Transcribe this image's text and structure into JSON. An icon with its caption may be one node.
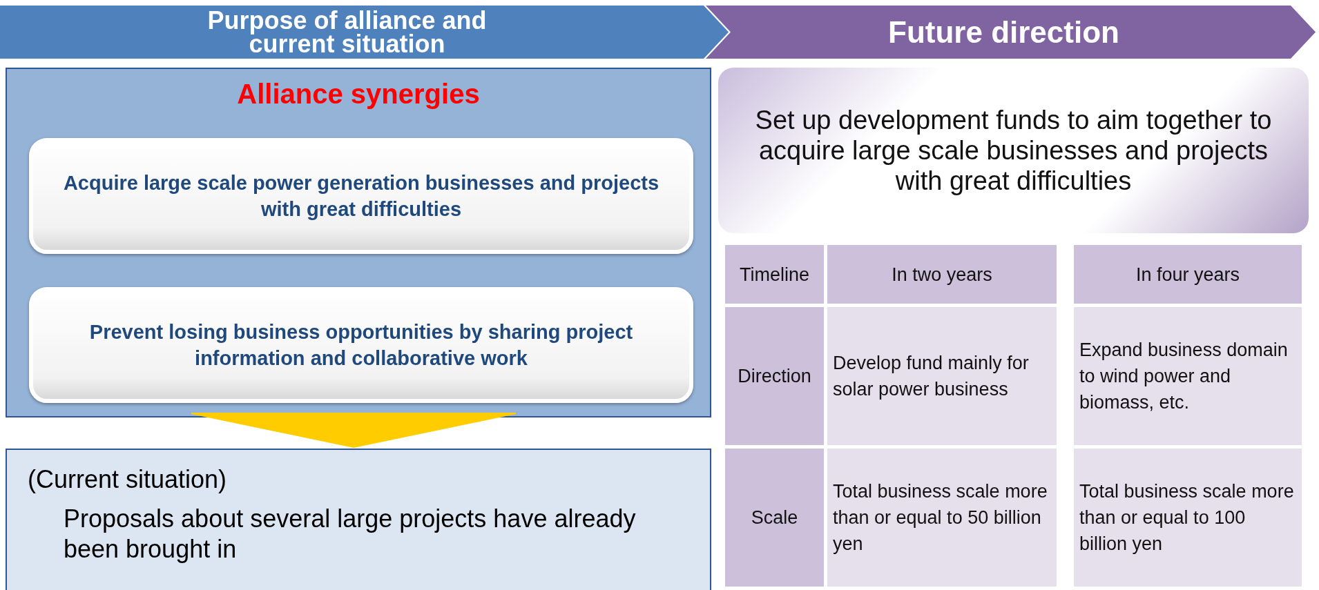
{
  "diagram": {
    "nodes": [
      {
        "text": [
          "Purpose of alliance and current situation"
        ]
      },
      {
        "text": [
          "Future direction"
        ]
      },
      {
        "text": [
          "Alliance synergies"
        ]
      },
      {
        "text": [
          "Acquire large scale power generation businesses and projects with great difficulties"
        ],
        "in": 2
      },
      {
        "text": [
          "Prevent losing business opportunities by sharing project information and collaborative work"
        ],
        "in": 2
      },
      {
        "text": [
          "(Current situation)",
          "Proposals about several large projects have already been brought in"
        ]
      },
      {
        "text": [
          "Set up development funds to aim together to acquire large scale businesses and projects with great difficulties"
        ]
      }
    ],
    "edges": [
      {
        "from": 2,
        "to": 5,
        "arrow": "to",
        "color": "#ffcc00"
      }
    ],
    "labels": [
      "Timeline",
      "In two years",
      "In four years",
      "Direction",
      "Develop fund mainly for solar power business",
      "Expand business domain to wind power and biomass, etc.",
      "Scale",
      "Total business scale more than or equal to 50 billion yen",
      "Total business scale more than or equal to 100 billion yen"
    ]
  }
}
